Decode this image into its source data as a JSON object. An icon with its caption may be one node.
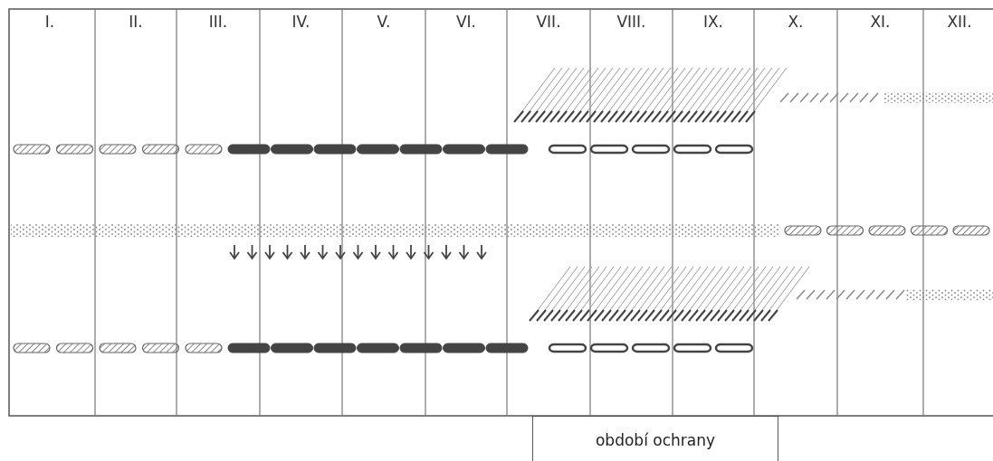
{
  "diagram": {
    "nodes": [
      {
        "text": [
          "období ochrany"
        ]
      }
    ],
    "labels": [
      "I.",
      "II.",
      "III.",
      "IV.",
      "V.",
      "VI.",
      "VII.",
      "VIII.",
      "IX.",
      "X.",
      "XI.",
      "XII."
    ]
  }
}
